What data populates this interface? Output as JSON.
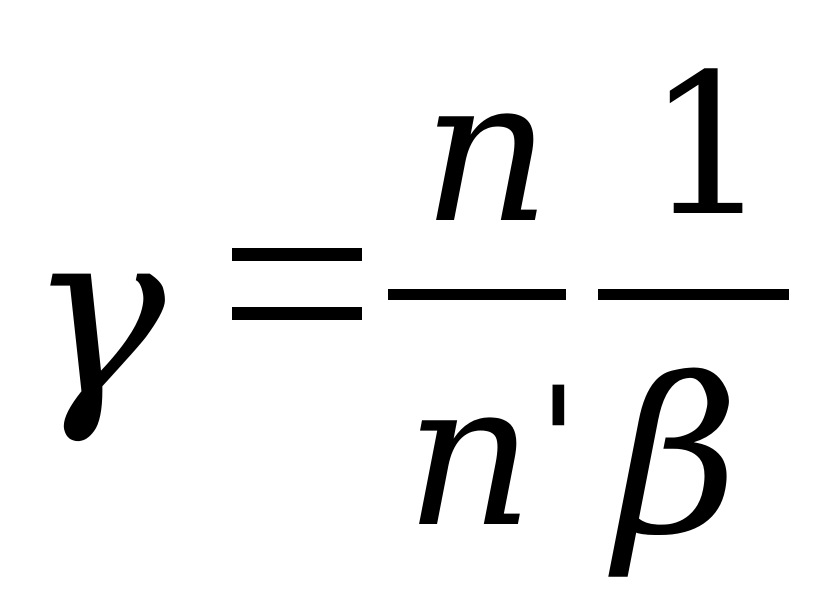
{
  "equation": {
    "lhs": "γ",
    "equals": "=",
    "fraction1": {
      "numerator": "n",
      "denominator": "n",
      "denominator_prime": "'"
    },
    "fraction2": {
      "numerator": "1",
      "denominator": "β"
    }
  }
}
